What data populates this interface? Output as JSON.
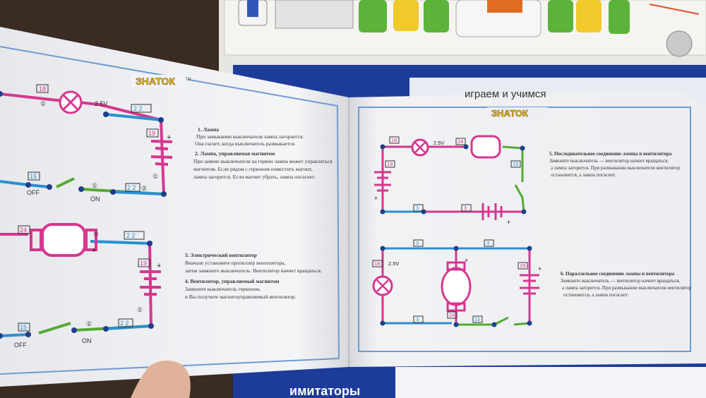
{
  "book": {
    "left_page": {
      "logo": "ЗНАТОК",
      "tm": "TM",
      "circuit_top": {
        "part_18": "18",
        "part_22": "2 2",
        "part_19": "19",
        "part_15": "15",
        "part_2": "2 2",
        "voltage": "2.5V",
        "plus": "+",
        "one_a": "①",
        "one_b": "①",
        "one_c": "①",
        "two": "②",
        "off": "OFF",
        "on": "ON"
      },
      "circuit_bottom": {
        "part_24": "24",
        "part_22": "2 2",
        "part_19": "19",
        "part_15": "15",
        "part_2": "2 2",
        "plus_a": "+",
        "plus_b": "+",
        "one_a": "①",
        "one_b": "①",
        "one_c": "①",
        "off": "OFF",
        "on": "ON"
      },
      "text1_title": "1. Лампа",
      "text1_l1": "При замыкании выключателя лампа загорается.",
      "text1_l2": "Она гаснет, когда выключатель размыкается.",
      "text2_title": "2. Лампа, управляемая магнитом",
      "text2_l1": "При замене выключателя на геркон лампа может управляться",
      "text2_l2": "магнитом. Если рядом с герконом поместить магнит,",
      "text2_l3": "лампа загорится. Если магнит убрать, лампа погаснет.",
      "text3_title": "3. Электрический вентилятор",
      "text3_l1": "Вначале установите пропеллер вентилятора,",
      "text3_l2": "затем замкните выключатель. Вентилятор начнет вращаться.",
      "text4_title": "4. Вентилятор, управляемый магнитом",
      "text4_l1": "Замените выключатель герконом,",
      "text4_l2": "и Вы получите магнитоуправляемый вентилятор."
    },
    "right_page": {
      "header": "играем и учимся",
      "logo": "ЗНАТОК",
      "circuit_a": {
        "part_18": "18",
        "voltage": "2.5V",
        "part_24": "24",
        "part_19": "19",
        "part_15": "15",
        "part_3a": "3",
        "part_3b": "3",
        "plus_a": "+",
        "plus_b": "+"
      },
      "circuit_b": {
        "part_3a": "3",
        "part_3b": "3",
        "part_3c": "3",
        "part_18": "18",
        "voltage": "2.5V",
        "part_24": "24",
        "part_15": "15",
        "part_19": "19",
        "plus_a": "+",
        "plus_b": "+"
      },
      "text5_title": "5. Последовательное соединение лампы и вентилятора",
      "text5_l1": "Замкните выключатель — вентилятор начнет вращаться,",
      "text5_l2": "а лампа загорится. При размыкании выключателя вентилятор",
      "text5_l3": "остановится, а лампа погаснет.",
      "text6_title": "6. Параллельное соединение лампы и вентилятора",
      "text6_l1": "Замкните выключатель — вентилятор начнет вращаться,",
      "text6_l2": "а лампа загорится. При размыкании выключателя вентилятор",
      "text6_l3": "остановится, а лампа погаснет."
    }
  },
  "box_label": "имитаторы",
  "colors": {
    "pink": "#d6378f",
    "blue": "#2b8fd1",
    "green": "#55a832",
    "navy": "#1f3f8a",
    "page": "#f2f3f6",
    "frame_blue": "#5a8ccc"
  }
}
